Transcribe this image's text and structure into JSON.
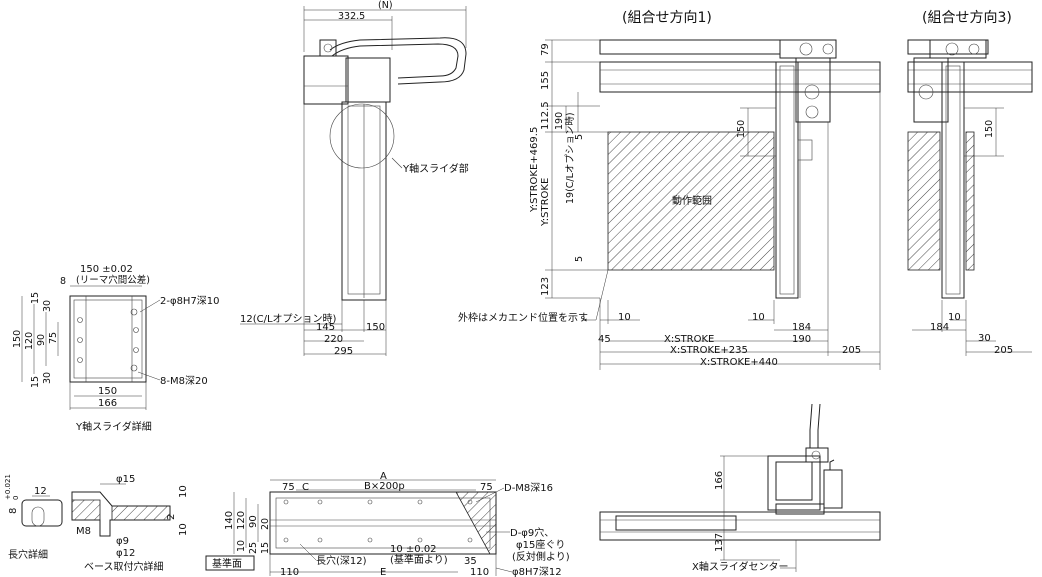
{
  "headings": {
    "combo1": "(組合せ方向1)",
    "combo3": "(組合せ方向3)"
  },
  "side_view": {
    "n": "(N)",
    "w332": "332.5",
    "y_slider_part": "Y軸スライダ部",
    "cl_option": "12(C/Lオプション時)",
    "d145": "145",
    "d150": "150",
    "d220": "220",
    "d295": "295"
  },
  "combo1_view": {
    "v79": "79",
    "v155": "155",
    "v112_5": "112.5",
    "v190": "190",
    "cl_opt_v": "19(C/Lオプション時)",
    "y_stroke_469": "Y:STROKE+469.5",
    "y_stroke": "Y:STROKE",
    "v150": "150",
    "v5a": "5",
    "v5b": "5",
    "v123": "123",
    "motion_range": "動作範囲",
    "outer_frame": "外枠はメカエンド位置を示す",
    "h10a": "10",
    "h10b": "10",
    "h45": "45",
    "x_stroke": "X:STROKE",
    "h184": "184",
    "h190": "190",
    "x_stroke_235": "X:STROKE+235",
    "h205": "205",
    "x_stroke_440": "X:STROKE+440"
  },
  "combo3_view": {
    "v150": "150",
    "h10": "10",
    "h184": "184",
    "h30": "30",
    "h205": "205"
  },
  "y_slider_detail": {
    "w150_tol": "150 ±0.02",
    "ream_tol": "(リーマ穴間公差)",
    "d8": "8",
    "pin_hole": "2-φ8H7深10",
    "tap_hole": "8-M8深20",
    "h150": "150",
    "h120": "120",
    "h90": "90",
    "h75": "75",
    "h30a": "30",
    "h30b": "30",
    "h15a": "15",
    "h15b": "15",
    "w150": "150",
    "w166": "166",
    "caption": "Y軸スライダ詳細"
  },
  "slot_detail": {
    "d12": "12",
    "tol": "+0.021",
    "tol0": "0",
    "d8": "8",
    "caption": "長穴詳細"
  },
  "base_hole_detail": {
    "phi15": "φ15",
    "d10": "10",
    "m8": "M8",
    "phi9": "φ9",
    "phi12": "φ12",
    "d2": "2",
    "d10b": "10",
    "caption": "ベース取付穴詳細"
  },
  "base_plan": {
    "a": "A",
    "b200": "B×200p",
    "d75a": "75",
    "c": "C",
    "d75b": "75",
    "d_m8": "D-M8深16",
    "v140": "140",
    "v120": "120",
    "v90": "90",
    "v20": "20",
    "v10": "10",
    "v25": "25",
    "v15": "15",
    "d_phi9": "D-φ9穴、",
    "cbore": "φ15座ぐり",
    "opp_side": "(反対側より)",
    "slot12": "長穴(深12)",
    "pitch_tol": "10 ±0.02",
    "from_ref": "(基準面より)",
    "ref_surface": "基準面",
    "h110a": "110",
    "e": "E",
    "h35": "35",
    "h110b": "110",
    "pin8h7": "φ8H7深12"
  },
  "x_slider_view": {
    "v166": "166",
    "v137": "137",
    "center": "X軸スライダセンター"
  }
}
